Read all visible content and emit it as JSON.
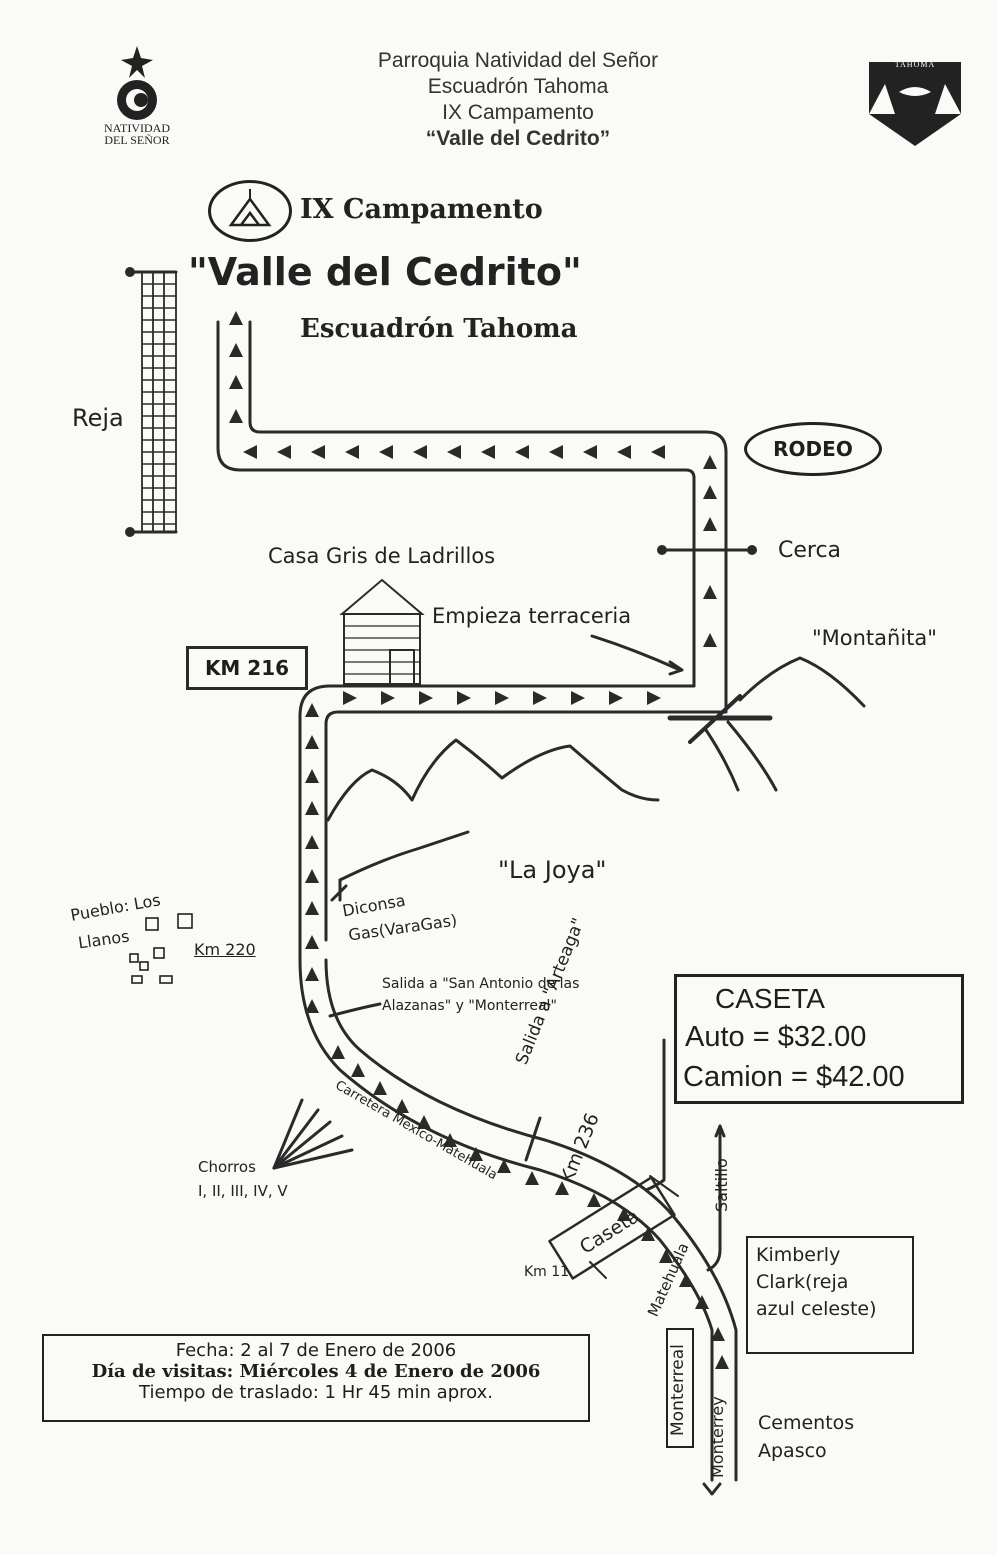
{
  "header": {
    "line1": "Parroquia Natividad del Señor",
    "line2": "Escuadrón Tahoma",
    "line3": "IX Campamento",
    "line4": "“Valle del Cedrito”"
  },
  "logo_left": {
    "icon": "parish-logo-icon",
    "text1": "NATIVIDAD",
    "text2": "DEL SEÑOR"
  },
  "logo_right": {
    "icon": "tahoma-badge-icon",
    "text": "TAHOMA"
  },
  "map_title": {
    "line1": "IX Campamento",
    "line2": "\"Valle del Cedrito\"",
    "line3": "Escuadrón Tahoma"
  },
  "labels": {
    "reja": "Reja",
    "rodeo": "RODEO",
    "cerca": "Cerca",
    "casa": "Casa Gris de Ladrillos",
    "terraceria": "Empieza terraceria",
    "montanita": "\"Montañita\"",
    "km216": "KM 216",
    "la_joya": "\"La Joya\"",
    "diconsa1": "Diconsa",
    "diconsa2": "Gas(VaraGas)",
    "pueblo1": "Pueblo: Los",
    "pueblo2": "Llanos",
    "km220": "Km 220",
    "salida1": "Salida a \"San Antonio de las",
    "salida2": "Alazanas\" y \"Monterreal\"",
    "arteaga": "Salida a \"Arteaga\"",
    "km236": "Km 236",
    "carretera": "Carretera Mexico-Matehuala",
    "chorros1": "Chorros",
    "chorros2": "I, II, III, IV, V",
    "caseta_road": "Caseta",
    "km11": "Km 11",
    "matehuala": "Matehuala",
    "saltillo": "Saltillo",
    "monterreal": "Monterreal",
    "monterrey": "Monterrey",
    "kimberly1": "Kimberly",
    "kimberly2": "Clark(reja",
    "kimberly3": "azul celeste)",
    "cementos1": "Cementos",
    "cementos2": "Apasco"
  },
  "toll": {
    "title": "CASETA",
    "auto": "Auto = $32.00",
    "camion": "Camion = $42.00"
  },
  "info": {
    "fecha": "Fecha: 2 al 7 de Enero de 2006",
    "visitas": "Día de visitas: Miércoles 4 de Enero de 2006",
    "traslado": "Tiempo de traslado: 1 Hr 45 min aprox."
  }
}
